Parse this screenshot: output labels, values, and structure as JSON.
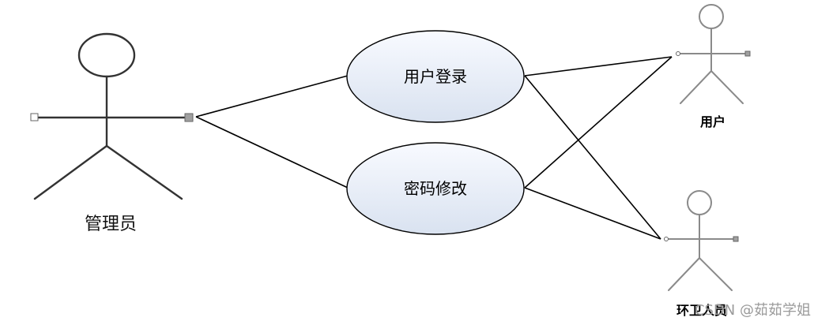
{
  "actors": {
    "admin": {
      "label": "管理员"
    },
    "user": {
      "label": "用户"
    },
    "sanitation_worker": {
      "label": "环卫人员"
    }
  },
  "use_cases": {
    "login": {
      "label": "用户登录"
    },
    "change_password": {
      "label": "密码修改"
    }
  },
  "watermark": {
    "text": "CSDN @茹茹学姐"
  },
  "colors": {
    "ellipse_fill_light": "#f8faff",
    "ellipse_fill_dark": "#d9e2f0",
    "line": "#000000",
    "actor_stroke": "#333333",
    "actor_stroke_light": "#8a8a8a"
  }
}
